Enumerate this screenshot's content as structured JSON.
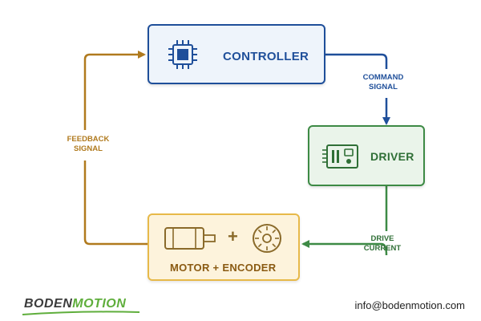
{
  "nodes": {
    "controller": {
      "label": "CONTROLLER",
      "icon": "chip-icon",
      "color": "#1f4f9a"
    },
    "driver": {
      "label": "DRIVER",
      "icon": "driver-board-icon",
      "color": "#3d8a45"
    },
    "motor": {
      "label": "MOTOR + ENCODER",
      "plus": "+",
      "icons": [
        "motor-icon",
        "encoder-icon"
      ],
      "color": "#e7b949"
    }
  },
  "edges": {
    "command": {
      "line1": "COMMAND",
      "line2": "SIGNAL",
      "color": "#1f4f9a"
    },
    "drive": {
      "line1": "DRIVE",
      "line2": "CURRENT",
      "color": "#3d8a45"
    },
    "feedback": {
      "line1": "FEEDBACK",
      "line2": "SIGNAL",
      "color": "#b07a1e"
    }
  },
  "footer": {
    "brand_part1": "BODEN",
    "brand_part2": "MOTION",
    "email": "info@bodenmotion.com"
  }
}
